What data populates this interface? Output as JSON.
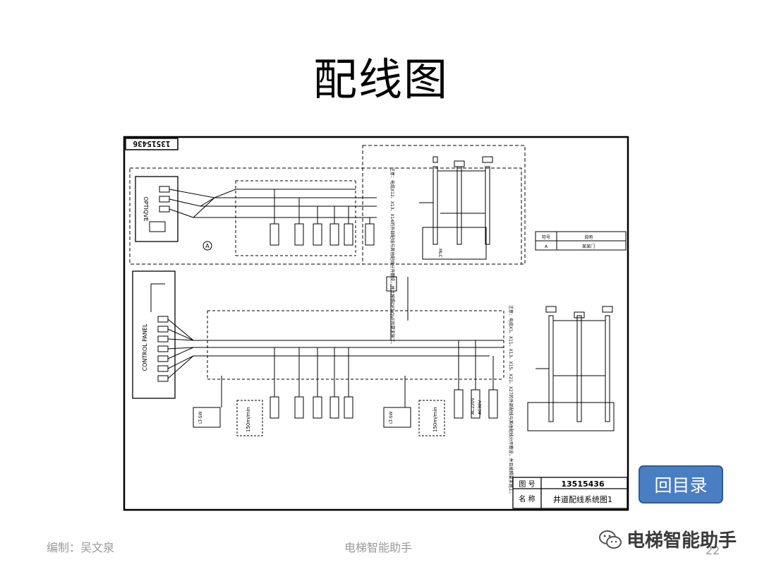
{
  "slide": {
    "title": "配线图",
    "nav_button_label": "回目录",
    "footer_author": "编制：吴文泉",
    "footer_center": "电梯智能助手",
    "watermark_text": "电梯智能助手",
    "page_number": "22"
  },
  "drawing": {
    "drawing_number_top": "13515436",
    "section_a_label": "OPTIQVE",
    "section_b_label": "CONTROL PANEL",
    "circle_mark": "A",
    "note_a": "注意：电缆X12、X13、X14的外部配线与其他配线分开敷设，并且按照OPTIQVE的要求施工。",
    "note_b": "注意：电缆X1、X11、X13、X15、X21、X27的外部配线与其他配线分开敷设，并且按照要求施工。",
    "speed_label_1": "150m/min",
    "speed_label_2": "150m/min",
    "sw_label_1": "LT-SW",
    "sw_label_2": "LT-SW",
    "power_label_1": "AC220V",
    "power_label_2": "AC38V",
    "mlc_label": "MLC",
    "legend_col_1": "符号",
    "legend_col_2": "说明",
    "legend_row_mark": "A",
    "legend_row_text": "某某门",
    "titleblock_label_1": "图 号",
    "titleblock_value_1": "13515436",
    "titleblock_label_2": "名 称",
    "titleblock_value_2": "井道配线系统图1"
  }
}
